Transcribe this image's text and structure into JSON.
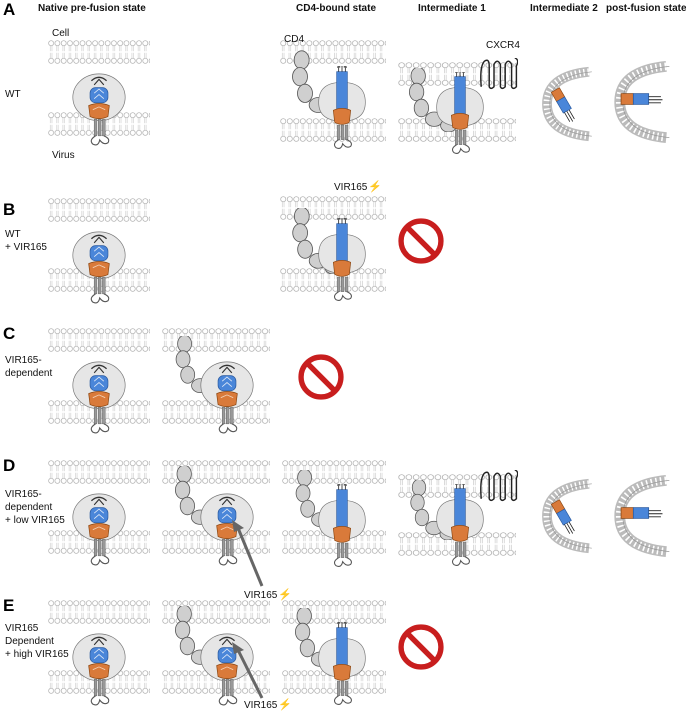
{
  "column_headers": {
    "native": "Native  pre-fusion state",
    "cd4_bound": "CD4-bound state",
    "intermediate1": "Intermediate 1",
    "intermediate2": "Intermediate 2",
    "post_fusion": "post-fusion state"
  },
  "labels": {
    "cell": "Cell",
    "virus": "Virus",
    "cd4": "CD4",
    "cxcr4": "CXCR4",
    "vir165": "VIR165"
  },
  "panels": [
    {
      "letter": "A",
      "condition": "WT"
    },
    {
      "letter": "B",
      "condition_line1": "WT",
      "condition_line2": "+ VIR165"
    },
    {
      "letter": "C",
      "condition_line1": "VIR165-",
      "condition_line2": "dependent"
    },
    {
      "letter": "D",
      "condition_line1": "VIR165-",
      "condition_line2": "dependent",
      "condition_line3": "+ low VIR165"
    },
    {
      "letter": "E",
      "condition_line1": "VIR165",
      "condition_line2": "Dependent",
      "condition_line3": "+ high VIR165"
    }
  ],
  "colors": {
    "membrane": "#c8c8c8",
    "gp120": "#e0e0e0",
    "gp41_blue": "#4a86d9",
    "gp41_orange": "#d97a3a",
    "inhibited": "#d42020",
    "vir165_bolt": "#d9cf2a"
  },
  "icons": [
    "cell-membrane",
    "virus-membrane",
    "env-trimer",
    "cd4-receptor",
    "cxcr4-coreceptor",
    "no-entry-sign",
    "vir165-bolt"
  ]
}
